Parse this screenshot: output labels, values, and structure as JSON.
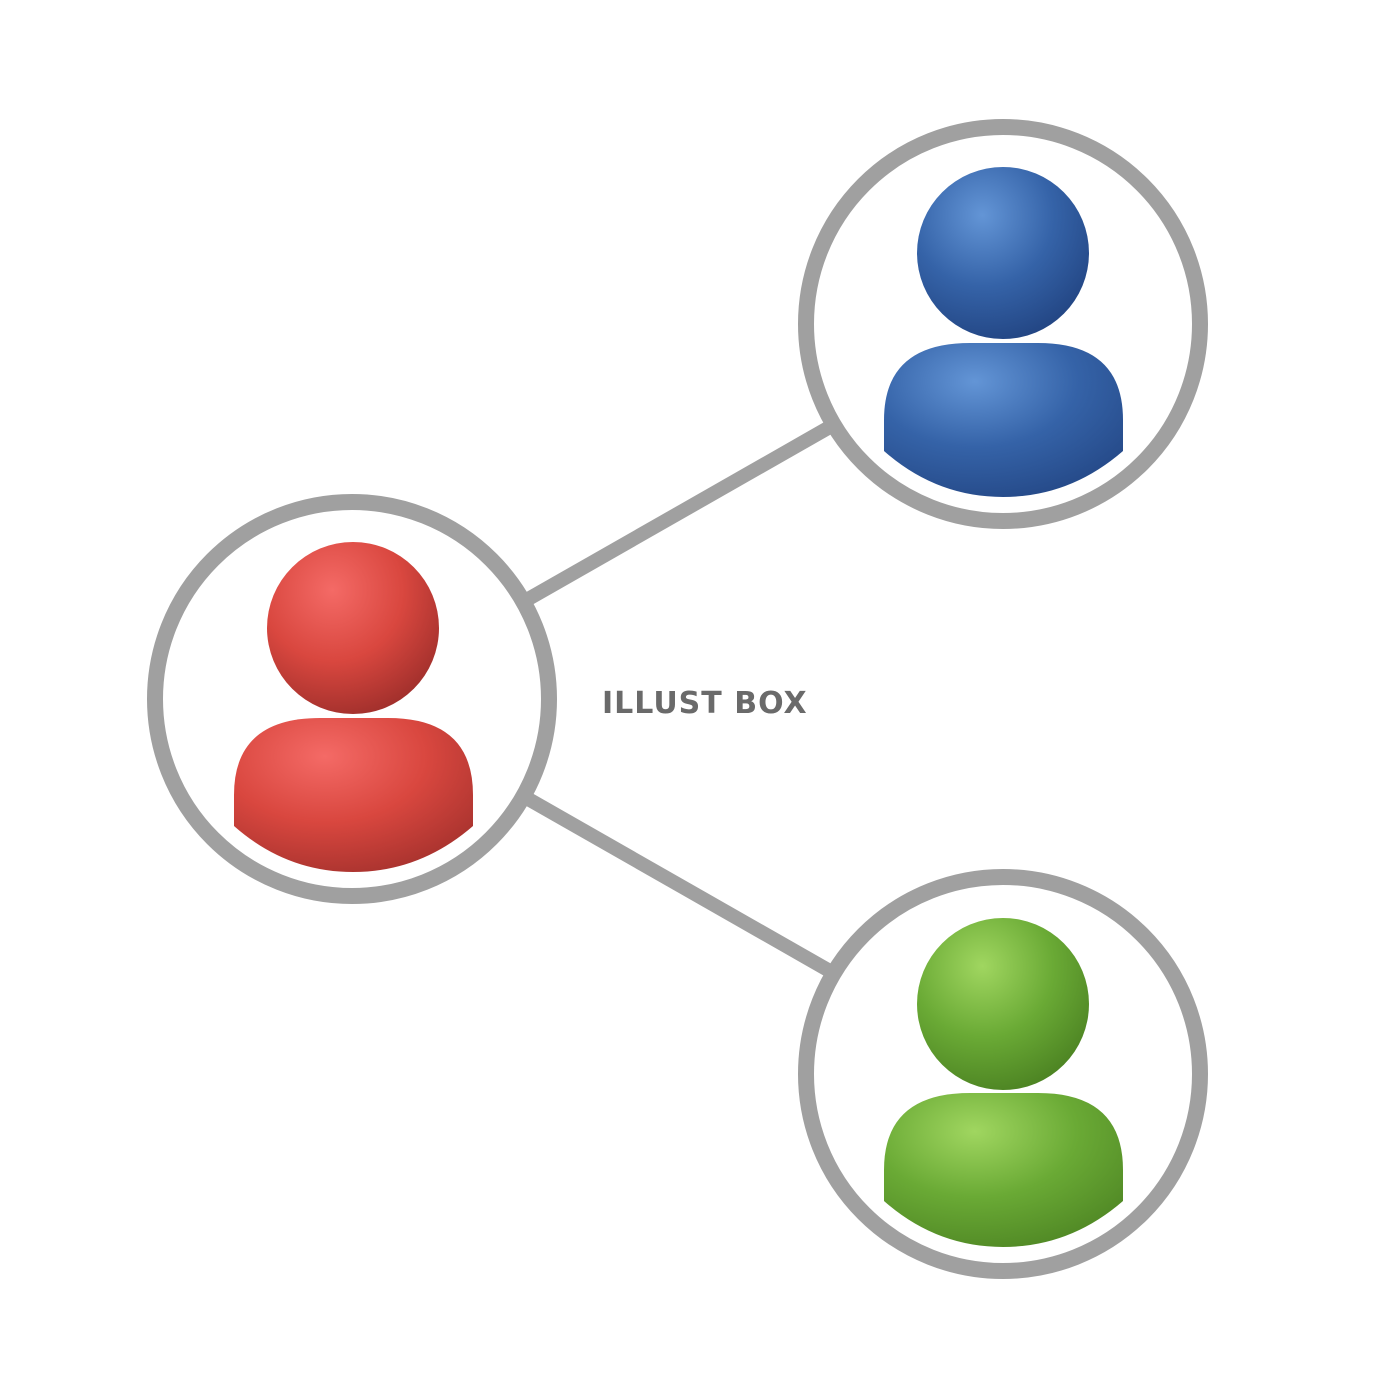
{
  "diagram": {
    "type": "network",
    "watermark": "ILLUST BOX",
    "colors": {
      "ring": "#a0a0a0",
      "connector": "#a0a0a0",
      "watermark": "#6a6a6a",
      "background": "#ffffff"
    },
    "nodes": [
      {
        "id": "red",
        "icon": "person-icon",
        "color": "#d9473f",
        "light": "#f46a66",
        "dark": "#a2302c"
      },
      {
        "id": "blue",
        "icon": "person-icon",
        "color": "#3563a8",
        "light": "#6395d6",
        "dark": "#234684"
      },
      {
        "id": "green",
        "icon": "person-icon",
        "color": "#6aaa35",
        "light": "#a0d660",
        "dark": "#4d8423"
      }
    ],
    "edges": [
      {
        "from": "red",
        "to": "blue"
      },
      {
        "from": "red",
        "to": "green"
      }
    ]
  }
}
